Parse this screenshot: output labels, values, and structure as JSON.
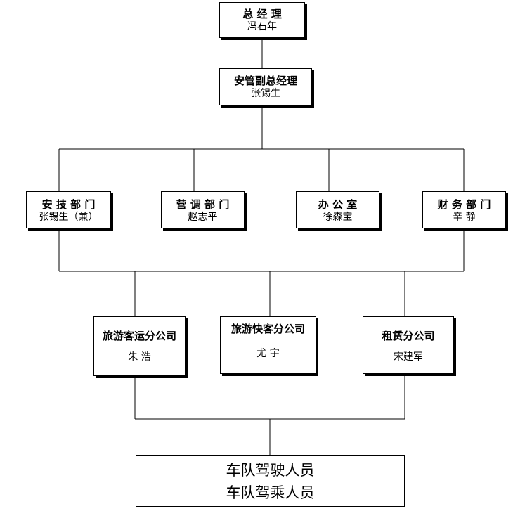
{
  "ceo": {
    "title": "总 经 理",
    "name": "冯石年"
  },
  "vp": {
    "title": "安管副总经理",
    "name": "张锡生"
  },
  "departments": [
    {
      "title": "安 技 部 门",
      "name": "张锡生（兼）"
    },
    {
      "title": "营 调 部 门",
      "name": "赵志平"
    },
    {
      "title": "办 公 室",
      "name": "徐森宝"
    },
    {
      "title": "财 务 部 门",
      "name": "辛   静"
    }
  ],
  "subsidiaries": [
    {
      "title": "旅游客运分公司",
      "name": "朱   浩"
    },
    {
      "title": "旅游快客分公司",
      "name": "尤   宇"
    },
    {
      "title": "租赁分公司",
      "name": "宋建军"
    }
  ],
  "staff": {
    "line1": "车队驾驶人员",
    "line2": "车队驾乘人员"
  }
}
